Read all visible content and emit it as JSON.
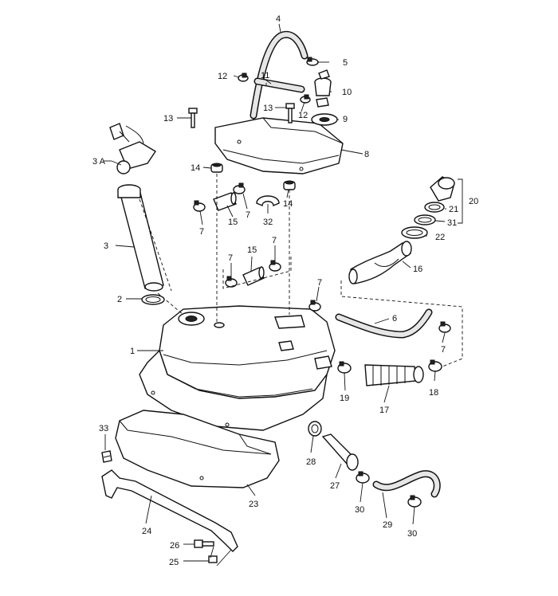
{
  "diagram": {
    "labels": {
      "l1": "1",
      "l2": "2",
      "l3": "3",
      "l3a": "3 A",
      "l4": "4",
      "l5": "5",
      "l6": "6",
      "l7a": "7",
      "l7b": "7",
      "l7c": "7",
      "l7d": "7",
      "l7e": "7",
      "l7f": "7",
      "l8": "8",
      "l9": "9",
      "l10": "10",
      "l11": "11",
      "l12a": "12",
      "l12b": "12",
      "l13a": "13",
      "l13b": "13",
      "l14a": "14",
      "l14b": "14",
      "l15a": "15",
      "l15b": "15",
      "l16": "16",
      "l17": "17",
      "l18": "18",
      "l19": "19",
      "l20": "20",
      "l21": "21",
      "l22": "22",
      "l23": "23",
      "l24": "24",
      "l25": "25",
      "l26": "26",
      "l27": "27",
      "l28": "28",
      "l29": "29",
      "l30a": "30",
      "l30b": "30",
      "l31": "31",
      "l32": "32",
      "l33": "33"
    }
  }
}
